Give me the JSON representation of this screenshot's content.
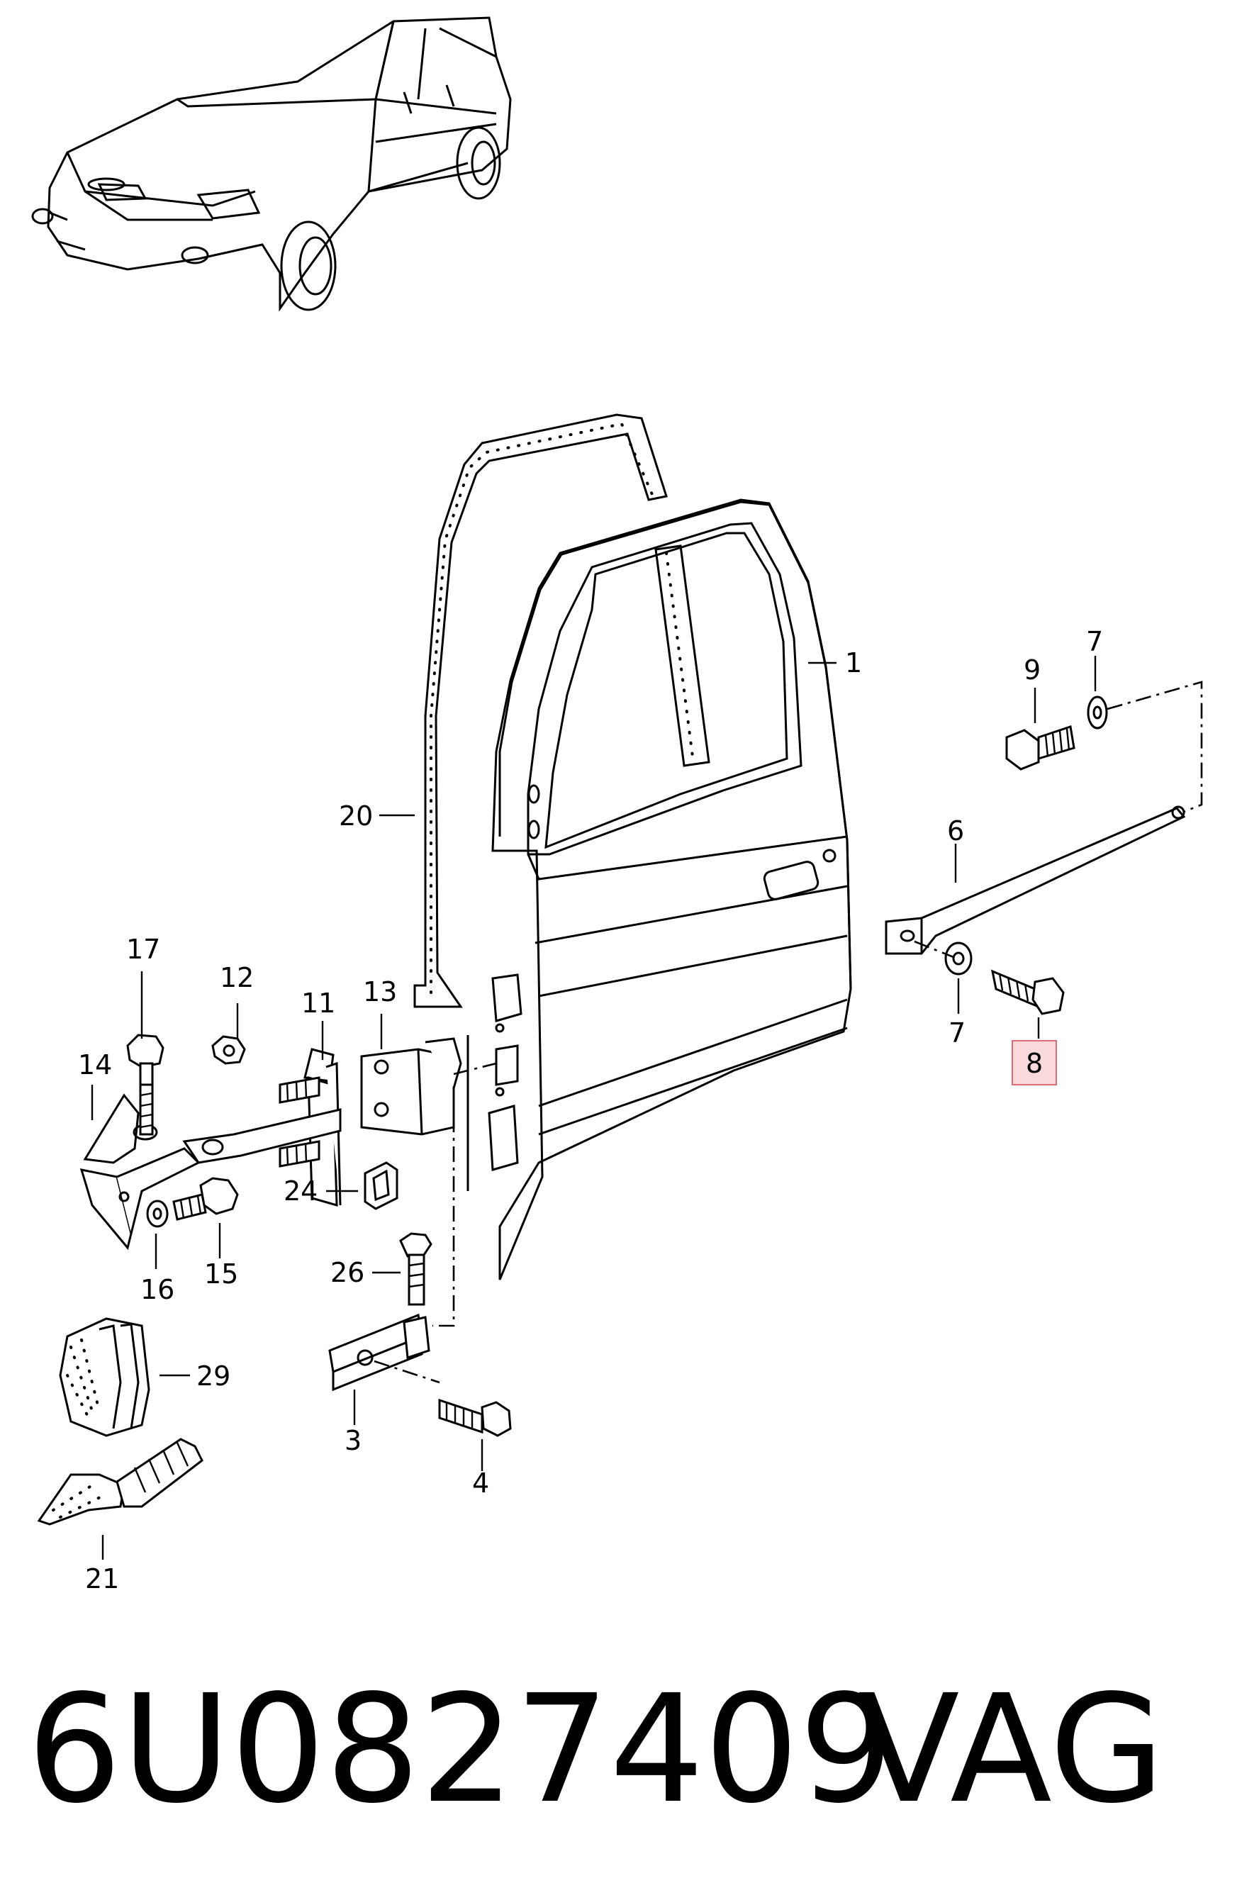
{
  "diagram": {
    "callouts": [
      {
        "id": "c1",
        "text": "1"
      },
      {
        "id": "c3",
        "text": "3"
      },
      {
        "id": "c4",
        "text": "4"
      },
      {
        "id": "c6",
        "text": "6"
      },
      {
        "id": "c7a",
        "text": "7"
      },
      {
        "id": "c7b",
        "text": "7"
      },
      {
        "id": "c8",
        "text": "8"
      },
      {
        "id": "c9",
        "text": "9"
      },
      {
        "id": "c11",
        "text": "11"
      },
      {
        "id": "c12",
        "text": "12"
      },
      {
        "id": "c13",
        "text": "13"
      },
      {
        "id": "c14",
        "text": "14"
      },
      {
        "id": "c15",
        "text": "15"
      },
      {
        "id": "c16",
        "text": "16"
      },
      {
        "id": "c17",
        "text": "17"
      },
      {
        "id": "c20",
        "text": "20"
      },
      {
        "id": "c21",
        "text": "21"
      },
      {
        "id": "c24",
        "text": "24"
      },
      {
        "id": "c26",
        "text": "26"
      },
      {
        "id": "c29",
        "text": "29"
      }
    ],
    "highlight": {
      "callout": "8",
      "color": "#e8b4b8",
      "border": "#e36b78"
    },
    "footer": {
      "part_number": "6U0827409",
      "brand": "VAG"
    }
  }
}
